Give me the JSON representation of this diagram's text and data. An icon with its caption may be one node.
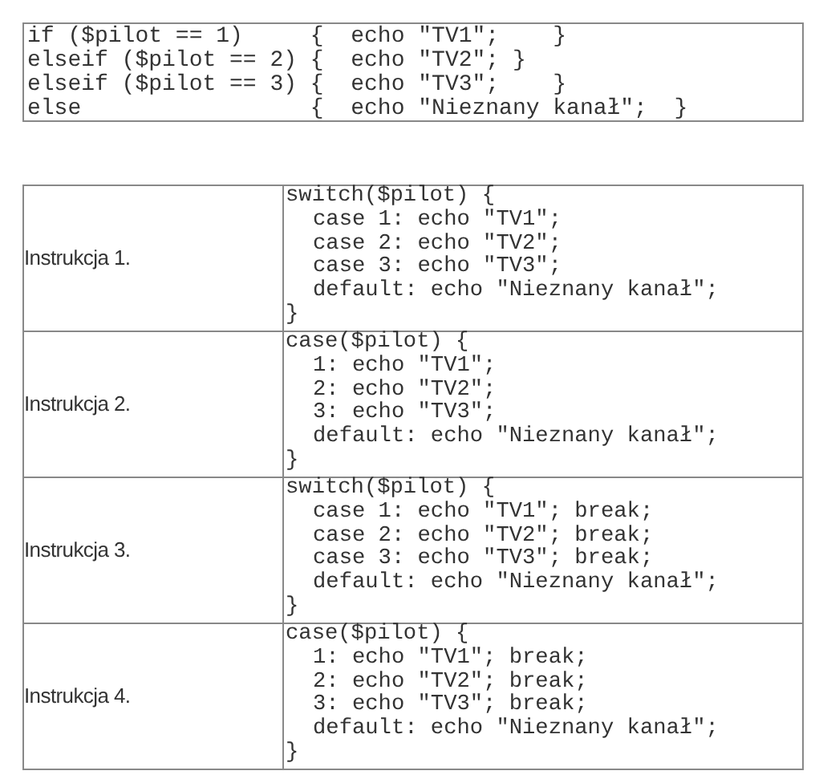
{
  "diagram": {
    "nodes": [
      {
        "text": [
          "if ($pilot == 1)     {  echo \"TV1\";    }",
          "elseif ($pilot == 2) {  echo \"TV2\"; }",
          "elseif ($pilot == 3) {  echo \"TV3\";    }",
          "else                 {  echo \"Nieznany kanał\";  }"
        ]
      }
    ],
    "labels": [
      "Instrukcja 1.",
      "switch($pilot) {",
      "case 1: echo \"TV1\";",
      "case 2: echo \"TV2\";",
      "case 3: echo \"TV3\";",
      "default: echo \"Nieznany kanał\";",
      "}",
      "Instrukcja 2.",
      "case($pilot) {",
      "1: echo \"TV1\";",
      "2: echo \"TV2\";",
      "3: echo \"TV3\";",
      "default: echo \"Nieznany kanał\";",
      "}",
      "Instrukcja 3.",
      "switch($pilot) {",
      "case 1: echo \"TV1\"; break;",
      "case 2: echo \"TV2\"; break;",
      "case 3: echo \"TV3\"; break;",
      "default: echo \"Nieznany kanał\";",
      "}",
      "Instrukcja 4.",
      "case($pilot) {",
      "1: echo \"TV1\"; break;",
      "2: echo \"TV2\"; break;",
      "3: echo \"TV3\"; break;",
      "default: echo \"Nieznany kanał\";",
      "}"
    ]
  }
}
